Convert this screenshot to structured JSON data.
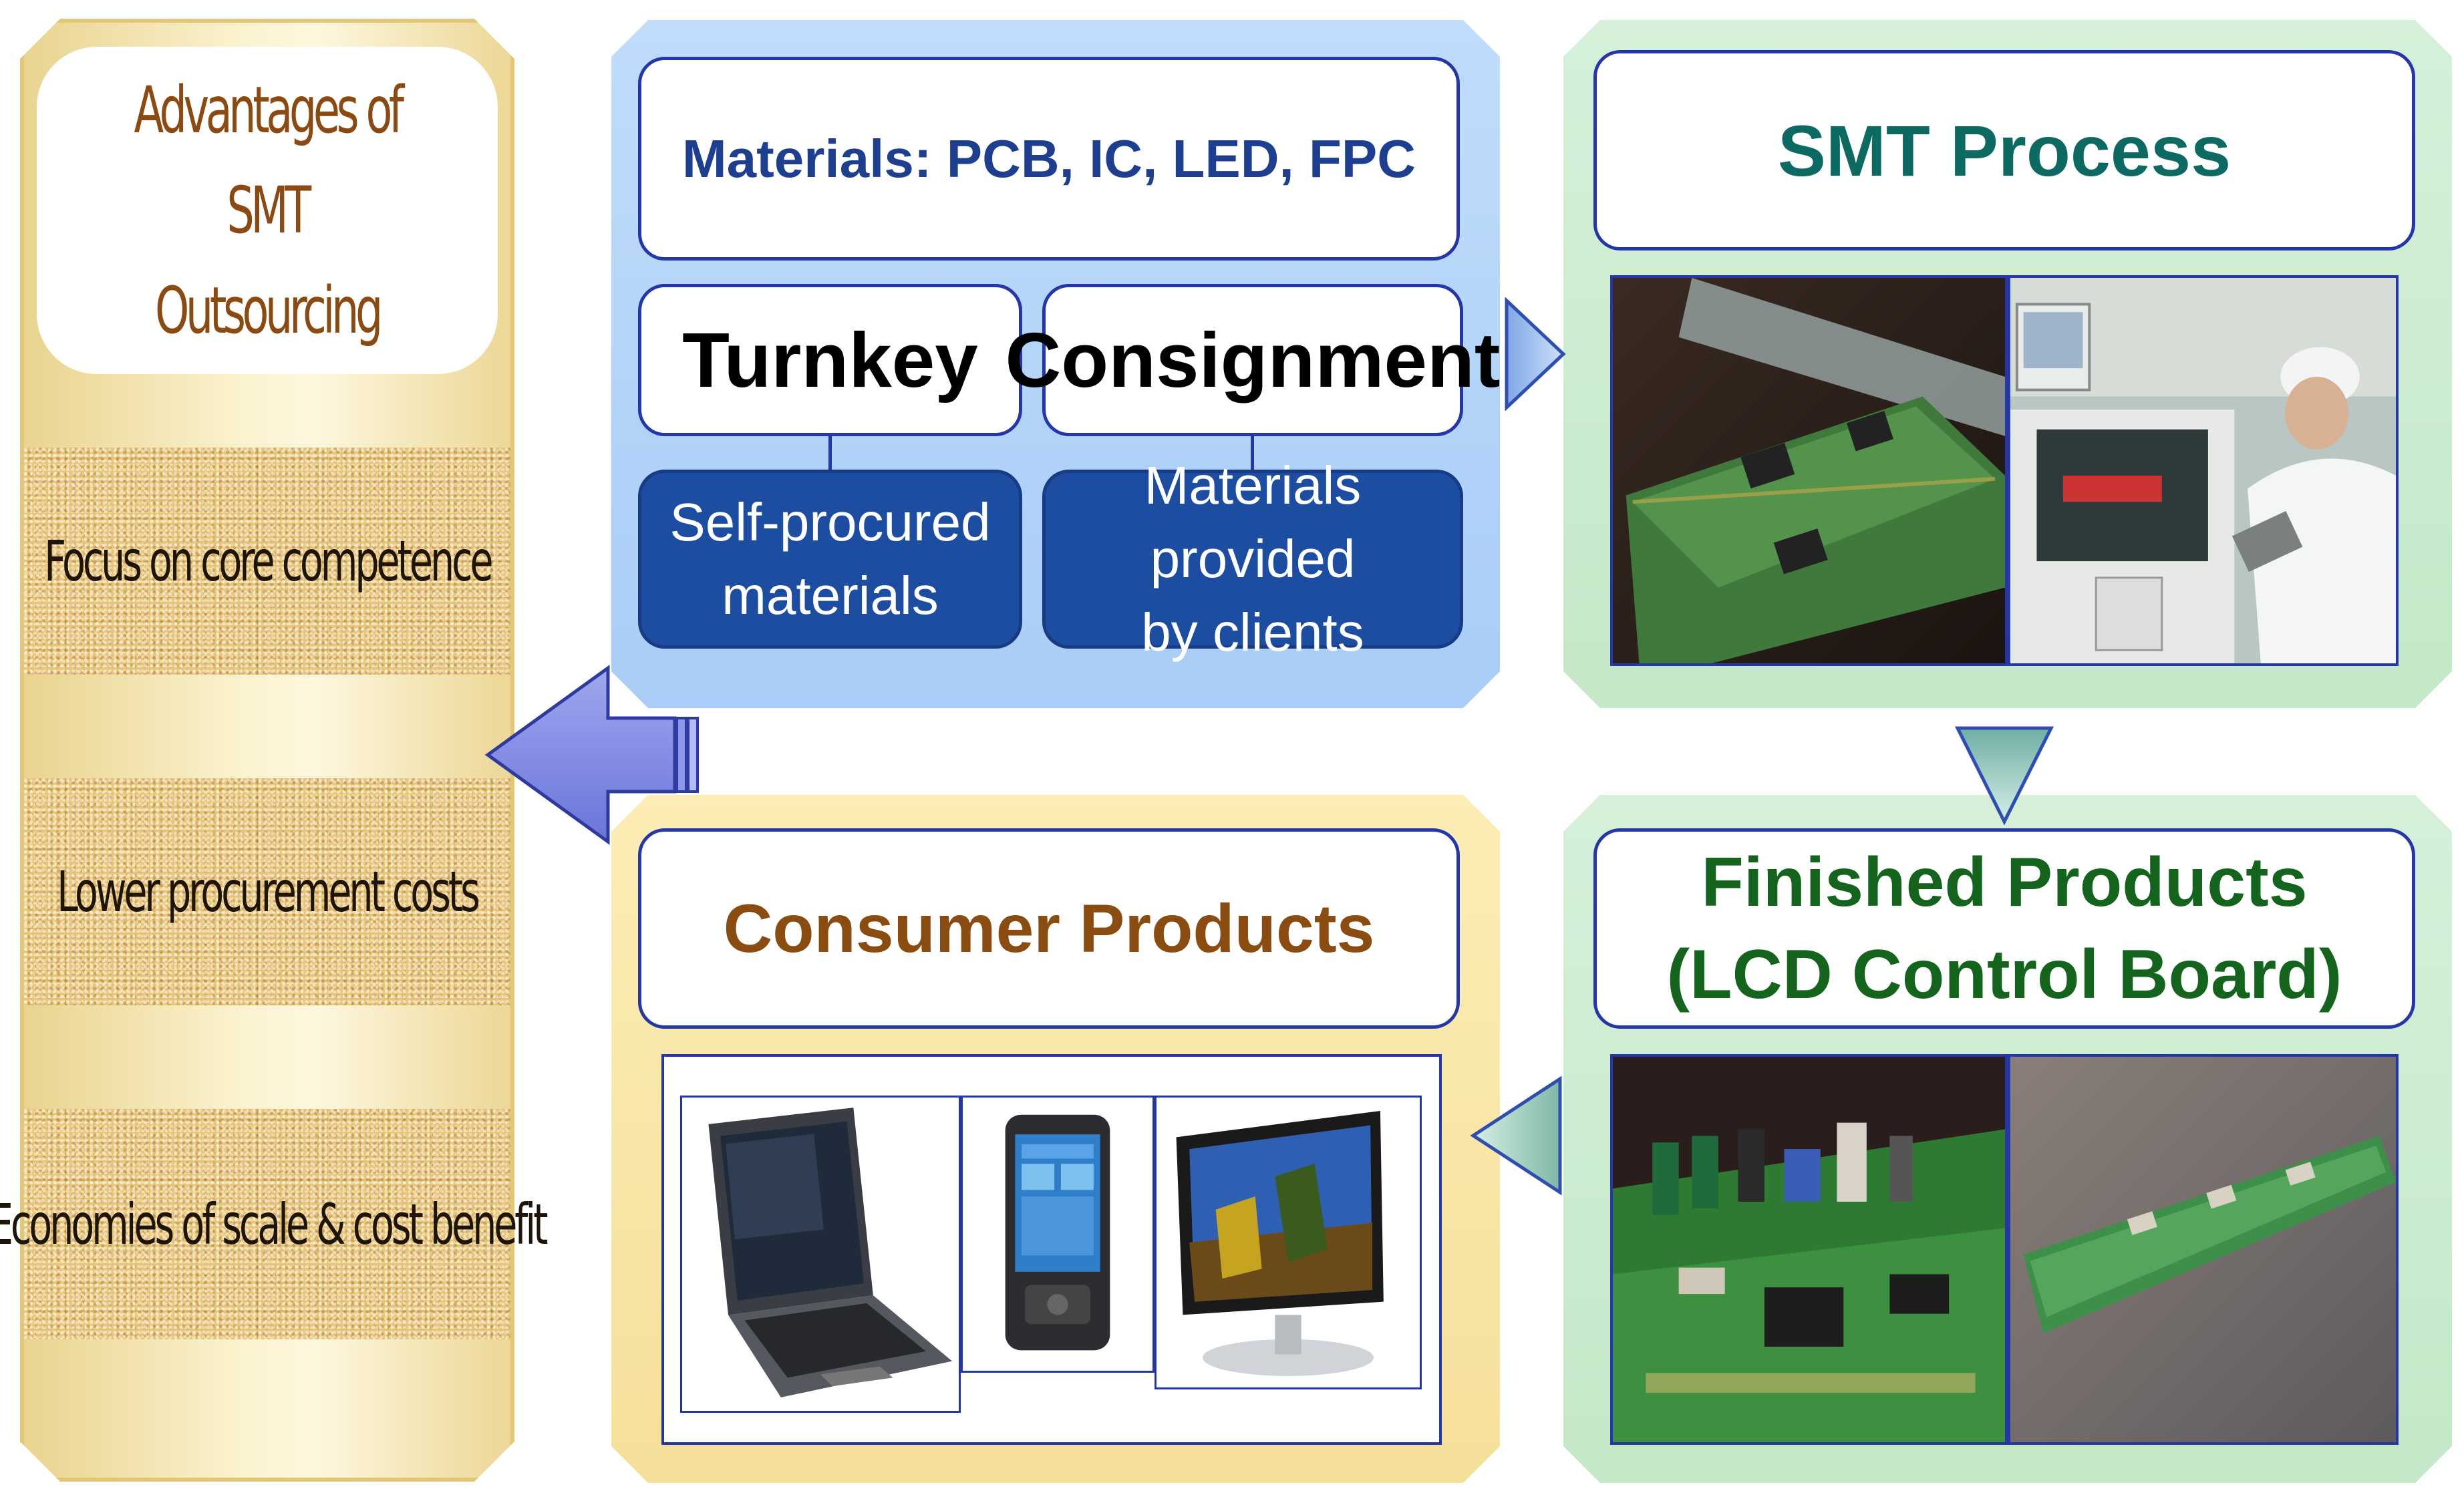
{
  "advantages": {
    "title": "Advantages of\nSMT Outsourcing",
    "items": [
      "Focus on core competence",
      "Lower procurement costs",
      "Economies of scale & cost benefit"
    ]
  },
  "materials": {
    "label": "Materials: PCB, IC, LED, FPC",
    "turnkey": {
      "label": "Turnkey",
      "description": "Self-procured\nmaterials"
    },
    "consignment": {
      "label": "Consignment",
      "description": "Materials provided\nby clients"
    }
  },
  "smt": {
    "title": "SMT Process"
  },
  "finished": {
    "title": "Finished Products\n(LCD Control Board)"
  },
  "consumer": {
    "title": "Consumer Products"
  },
  "colors": {
    "blue_panel": "#a9cdf6",
    "green_panel": "#c4e8c8",
    "yellow_panel": "#f5e09a",
    "navy_box": "#1d4da0",
    "smt_title": "#0c6a63",
    "finished_title": "#14641d",
    "consumer_title": "#8b4c11",
    "advantages_title": "#8a4a12"
  }
}
